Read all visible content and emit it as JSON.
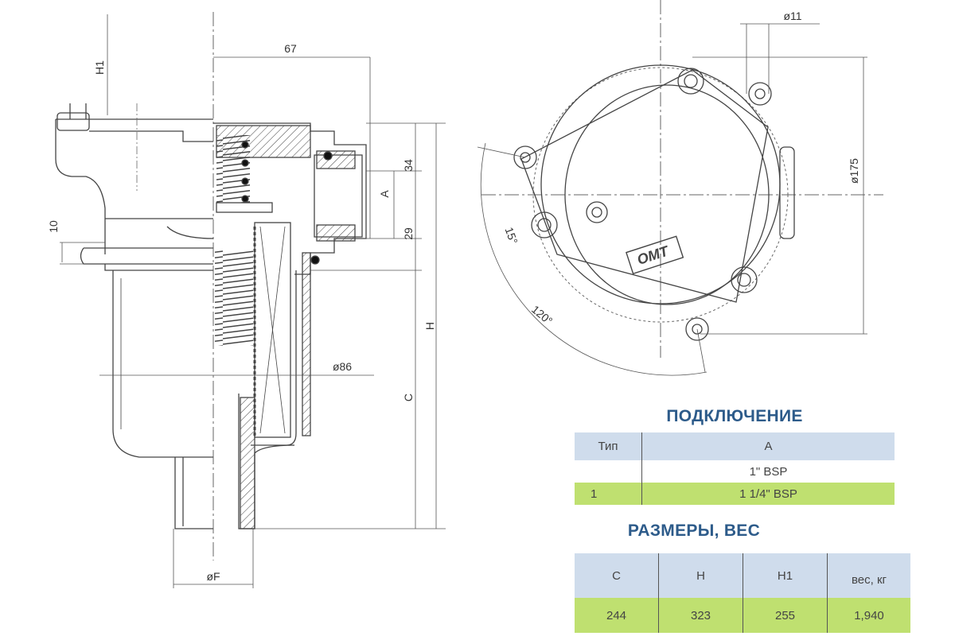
{
  "drawing": {
    "dims": {
      "h1": "H1",
      "d67": "67",
      "d34": "34",
      "a": "A",
      "d29": "29",
      "d10": "10",
      "h": "H",
      "c": "C",
      "d86": "ø86",
      "f": "øF",
      "d11": "ø11",
      "d175": "ø175",
      "a15": "15°",
      "a120": "120°"
    },
    "logo": "OMT"
  },
  "connection": {
    "title": "ПОДКЛЮЧЕНИЕ",
    "header": [
      "Тип",
      "A"
    ],
    "rows": [
      [
        "",
        "1\" BSP"
      ],
      [
        "1",
        "1 1/4\" BSP"
      ]
    ]
  },
  "sizes": {
    "title": "РАЗМЕРЫ, ВЕС",
    "header": [
      "C",
      "H",
      "H1",
      "вес, кг"
    ],
    "rows": [
      [
        "244",
        "323",
        "255",
        "1,940"
      ]
    ]
  }
}
